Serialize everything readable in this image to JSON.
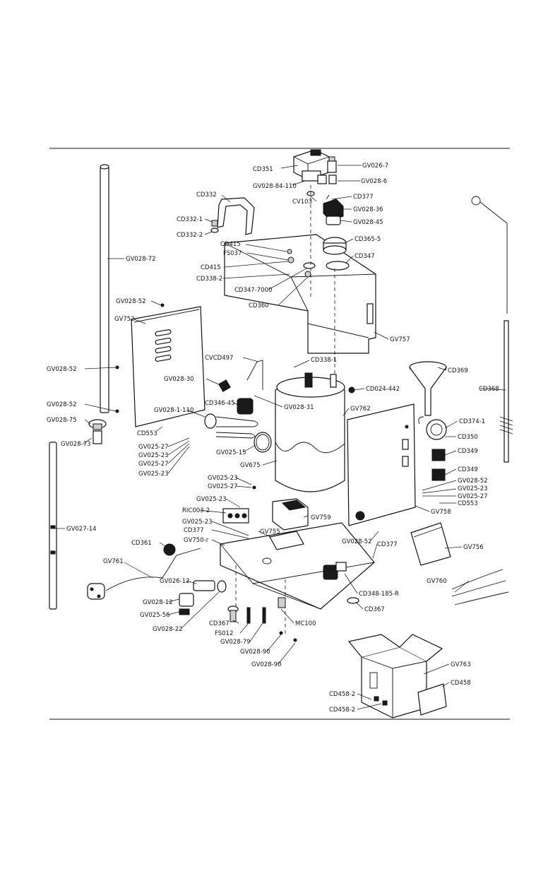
{
  "labels": {
    "CD351": "CD351",
    "GV026_7": "GV026-7",
    "GV028_6": "GV028-6",
    "GV028_84_110": "GV028-84-110",
    "CD377_top": "CD377",
    "CV103": "CV103",
    "GV028_36": "GV028-36",
    "GV028_45": "GV028-45",
    "CD332": "CD332",
    "CD332_1": "CD332-1",
    "CD332_2": "CD332-2",
    "CD365_5": "CD365-5",
    "CD415_a": "CD415",
    "FS037": "FS037",
    "CD347": "CD347",
    "CD415_b": "CD415",
    "GV028_72": "GV028-72",
    "CD338_2": "CD338-2",
    "CD347_7000": "CD347-7000",
    "CD360": "CD360",
    "GV028_52_a": "GV028-52",
    "GV752": "GV752",
    "GV757": "GV757",
    "CVCD497": "CVCD497",
    "CD338_1": "CD338-1",
    "CD369": "CD369",
    "GV028_52_b": "GV028-52",
    "GV028_30": "GV028-30",
    "CD024_442": "CD024-442",
    "CD368": "CD368",
    "GV028_52_c": "GV028-52",
    "CD346_45": "CD346-45",
    "GV028_31": "GV028-31",
    "GV762": "GV762",
    "GV028_1_110": "GV028-1-110",
    "GV028_75": "GV028-75",
    "CD374_1": "CD374-1",
    "GV028_73": "GV028-73",
    "CD553_a": "CD553",
    "CD350": "CD350",
    "GV025_27_a": "GV025-27",
    "GV025_15": "GV025-15",
    "CD349_a": "CD349",
    "GV025_23_a": "GV025-23",
    "GV025_27_b": "GV025-27",
    "GV675": "GV675",
    "GV025_23_b": "GV025-23",
    "CD349_b": "CD349",
    "GV025_23_c": "GV025-23",
    "GV028_52_d": "GV028-52",
    "GV025_27_c": "GV025-27",
    "GV025_23_d": "GV025-23",
    "GV025_27_d": "GV025-27",
    "CD553_b": "CD553",
    "GV025_23_e": "GV025-23",
    "GV758": "GV758",
    "RIC003_2": "RIC003-2",
    "GV027_14": "GV027-14",
    "GV025_23_f": "GV025-23",
    "GV759": "GV759",
    "CD377_a": "CD377",
    "GV755": "GV755",
    "CD361": "CD361",
    "GV750_r": "GV750-r",
    "GV028_52_e": "GV028-52",
    "CD377_b": "CD377",
    "GV756": "GV756",
    "GV761": "GV761",
    "GV026_12": "GV026-12",
    "GV760": "GV760",
    "CD348_185_R": "CD348-185-R",
    "GV028_12": "GV028-12",
    "GV025_56": "GV025-56",
    "CD367_a": "CD367",
    "GV028_22": "GV028-22",
    "CD367_b": "CD367",
    "MC100": "MC100",
    "FS012": "FS012",
    "GV028_79": "GV028-79",
    "GV028_90_a": "GV028-90",
    "GV028_90_b": "GV028-90",
    "GV763": "GV763",
    "CD458": "CD458",
    "CD458_2_a": "CD458-2",
    "CD458_2_b": "CD458-2"
  },
  "colors": {
    "ink": "#111111",
    "paper": "#ffffff",
    "shade": "#cfcfcf"
  },
  "icons": {
    "logo": "brand-logo-mark"
  }
}
